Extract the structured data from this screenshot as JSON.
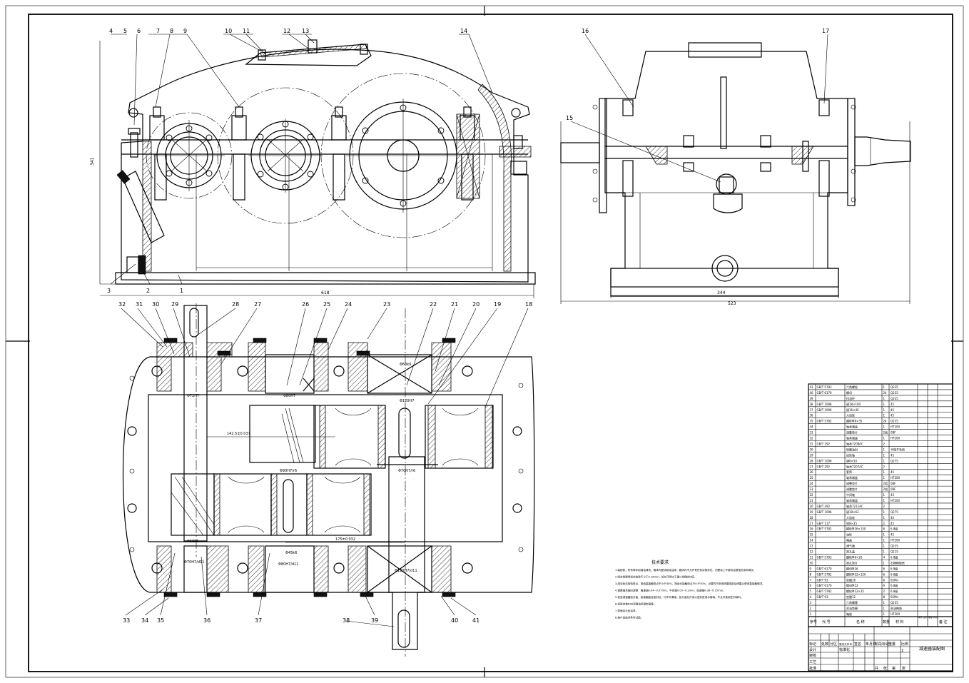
{
  "drawing": {
    "top_view_dims": {
      "height": "341",
      "width": "618"
    },
    "side_view_dims": {
      "inner": "344",
      "outer": "523"
    },
    "top_labels": [
      "4",
      "5",
      "6",
      "7",
      "8",
      "9",
      "10",
      "11",
      "12",
      "13",
      "14",
      "16",
      "17",
      "15",
      "3",
      "2",
      "1"
    ],
    "bottom_top_labels": [
      "32",
      "31",
      "30",
      "29",
      "28",
      "27",
      "26",
      "25",
      "24",
      "23",
      "22",
      "21",
      "20",
      "19",
      "18"
    ],
    "bottom_bottom_labels": [
      "33",
      "34",
      "35",
      "36",
      "37",
      "38",
      "39",
      "40",
      "41"
    ],
    "section_dims": [
      "Φ72H7",
      "142.5±0.037",
      "Φ60k6",
      "Φ80H7",
      "Φ90H7/r6",
      "Φ120H7",
      "Φ70H7/r6",
      "175±0.032",
      "Φ70H7/d11",
      "Φ45k6",
      "Φ80H7/d11",
      "Φ120H7/d11",
      "Φ50k6"
    ]
  },
  "tech_requirements": {
    "title": "技术要求",
    "items": [
      "1.装配前，所有零件用煤油清洗，箱体内壁涂耐油油漆，箱体内不允许有任何杂物存在。内壁涂上不被机油侵蚀的涂料两次。",
      "2.啮合侧隙用铅丝检验不小于0.16mm，铅丝不得大于最小侧隙的4倍。",
      "3.用涂色法检验斑点，按齿高接触斑点不小于40%，按齿长接触斑点不小于50%，必要时可采用研磨或刮后研磨以便改善接触情况。",
      "4.调整轴承轴向游隙：高速轴0.04~0.07mm，中间轴0.05~0.1mm，低速轴0.08~0.15mm。",
      "5.检查减速器剖分面、各接触面及密封处，均不许漏油，剖分面允许涂以密封胶或水玻璃，不允许使用任何填料。",
      "6.机座内装N46润滑油至规定高度。",
      "7.表面涂灰色油漆。",
      "8.按产品技术条件试验。"
    ]
  },
  "parts_list": {
    "rows": [
      {
        "no": "41",
        "code": "GB/T 5783",
        "name": "六角螺栓",
        "qty": "1",
        "material": "Q235"
      },
      {
        "no": "40",
        "code": "GB/T 6170",
        "name": "螺母",
        "qty": "24",
        "material": "Q235"
      },
      {
        "no": "39",
        "code": "",
        "name": "挡油环",
        "qty": "1",
        "material": "Q235"
      },
      {
        "no": "38",
        "code": "GB/T 1096",
        "name": "键18×100",
        "qty": "1",
        "material": "45"
      },
      {
        "no": "37",
        "code": "GB/T 1096",
        "name": "键16×45",
        "qty": "1",
        "material": "45"
      },
      {
        "no": "36",
        "code": "",
        "name": "大齿轮",
        "qty": "1",
        "material": "45"
      },
      {
        "no": "35",
        "code": "GB/T 5782",
        "name": "螺栓M8×35",
        "qty": "24",
        "material": "Q235"
      },
      {
        "no": "34",
        "code": "",
        "name": "轴承端盖",
        "qty": "1",
        "material": "HT200"
      },
      {
        "no": "33",
        "code": "",
        "name": "调整垫片",
        "qty": "2组",
        "material": "08F"
      },
      {
        "no": "32",
        "code": "",
        "name": "轴承端盖",
        "qty": "1",
        "material": "HT200"
      },
      {
        "no": "31",
        "code": "GB/T 292",
        "name": "轴承7208AC",
        "qty": "2",
        "material": ""
      },
      {
        "no": "30",
        "code": "",
        "name": "毡圈油封",
        "qty": "1",
        "material": "半粗羊毛毡"
      },
      {
        "no": "29",
        "code": "",
        "name": "齿轮轴",
        "qty": "1",
        "material": "45"
      },
      {
        "no": "28",
        "code": "GB/T 1096",
        "name": "键8×50",
        "qty": "1",
        "material": "Q275"
      },
      {
        "no": "27",
        "code": "GB/T 292",
        "name": "轴承7207AC",
        "qty": "2",
        "material": ""
      },
      {
        "no": "26",
        "code": "",
        "name": "套筒",
        "qty": "1",
        "material": "45"
      },
      {
        "no": "25",
        "code": "",
        "name": "轴承端盖",
        "qty": "1",
        "material": "HT200"
      },
      {
        "no": "24",
        "code": "",
        "name": "调整垫片",
        "qty": "2组",
        "material": "08F"
      },
      {
        "no": "23",
        "code": "",
        "name": "调整垫片",
        "qty": "2组",
        "material": "08F"
      },
      {
        "no": "22",
        "code": "",
        "name": "中间轴",
        "qty": "1",
        "material": "45"
      },
      {
        "no": "21",
        "code": "",
        "name": "轴承端盖",
        "qty": "1",
        "material": "HT200"
      },
      {
        "no": "20",
        "code": "GB/T 292",
        "name": "轴承7211AC",
        "qty": "2",
        "material": ""
      },
      {
        "no": "19",
        "code": "GB/T 1096",
        "name": "键18×63",
        "qty": "1",
        "material": "Q275"
      },
      {
        "no": "18",
        "code": "",
        "name": "大齿轮",
        "qty": "1",
        "material": "45"
      },
      {
        "no": "17",
        "code": "GB/T 117",
        "name": "销8×35",
        "qty": "2",
        "material": "45"
      },
      {
        "no": "16",
        "code": "GB/T 5782",
        "name": "螺栓M16×150",
        "qty": "6",
        "material": "6.8级"
      },
      {
        "no": "15",
        "code": "",
        "name": "油标",
        "qty": "1",
        "material": "45"
      },
      {
        "no": "14",
        "code": "",
        "name": "箱盖",
        "qty": "1",
        "material": "HT200"
      },
      {
        "no": "13",
        "code": "",
        "name": "通气器",
        "qty": "1",
        "material": "Q235"
      },
      {
        "no": "12",
        "code": "",
        "name": "视孔盖",
        "qty": "1",
        "material": "Q215"
      },
      {
        "no": "11",
        "code": "GB/T 5783",
        "name": "螺栓M6×20",
        "qty": "4",
        "material": "6.8级"
      },
      {
        "no": "10",
        "code": "",
        "name": "视孔垫片",
        "qty": "1",
        "material": "石棉橡胶纸"
      },
      {
        "no": "9",
        "code": "GB/T 6170",
        "name": "螺母M16",
        "qty": "6",
        "material": "6.8级"
      },
      {
        "no": "8",
        "code": "GB/T 5782",
        "name": "螺栓M12×120",
        "qty": "6",
        "material": "6.8级"
      },
      {
        "no": "7",
        "code": "GB/T 93",
        "name": "垫圈16",
        "qty": "6",
        "material": "65Mn"
      },
      {
        "no": "6",
        "code": "GB/T 6170",
        "name": "螺母M12",
        "qty": "6",
        "material": "6.8级"
      },
      {
        "no": "5",
        "code": "GB/T 5782",
        "name": "螺栓M12×35",
        "qty": "2",
        "material": "6.8级"
      },
      {
        "no": "4",
        "code": "GB/T 93",
        "name": "垫圈12",
        "qty": "8",
        "material": "65Mn"
      },
      {
        "no": "3",
        "code": "",
        "name": "六角螺塞",
        "qty": "1",
        "material": "Q235"
      },
      {
        "no": "2",
        "code": "",
        "name": "封油垫圈",
        "qty": "1",
        "material": "耐油橡胶"
      },
      {
        "no": "1",
        "code": "",
        "name": "箱座",
        "qty": "1",
        "material": "HT200"
      }
    ],
    "header": {
      "no": "序号",
      "code": "代 号",
      "name": "名 称",
      "qty": "数量",
      "material": "材 料",
      "weight": "单件 总计 重量 (kg)",
      "remark": "备 注"
    }
  },
  "title_block": {
    "drawing_title": "减速器装配图",
    "labels": [
      "标记",
      "处数",
      "分区",
      "更改文件号",
      "签名",
      "年月日",
      "设计",
      "标准化",
      "审核",
      "工艺",
      "批准",
      "阶段标记",
      "重量",
      "比例",
      "共",
      "张",
      "第",
      "张"
    ],
    "scale": "1"
  }
}
